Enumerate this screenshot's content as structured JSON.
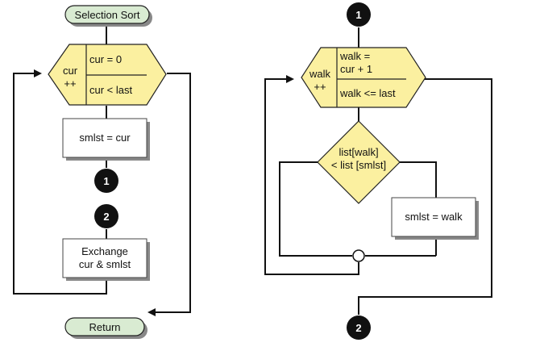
{
  "left": {
    "start_label": "Selection Sort",
    "loop_var_line1": "cur",
    "loop_var_line2": "++",
    "loop_init": "cur  =  0",
    "loop_test": "cur <  last",
    "assign_box": "smlst = cur",
    "connector_out": "1",
    "connector_in": "2",
    "exchange_line1": "Exchange",
    "exchange_line2": "cur & smlst",
    "end_label": "Return"
  },
  "right": {
    "connector_in": "1",
    "loop_var_line1": "walk",
    "loop_var_line2": "++",
    "loop_init_line1": "walk =",
    "loop_init_line2": "cur + 1",
    "loop_test": "walk <=  last",
    "decision_line1": "list[walk]",
    "decision_line2": "< list [smlst]",
    "assign_box": "smlst = walk",
    "connector_out": "2"
  },
  "colors": {
    "loop_fill": "#fbf0a0",
    "terminal_fill": "#d9ebd2",
    "connector_fill": "#111111"
  }
}
